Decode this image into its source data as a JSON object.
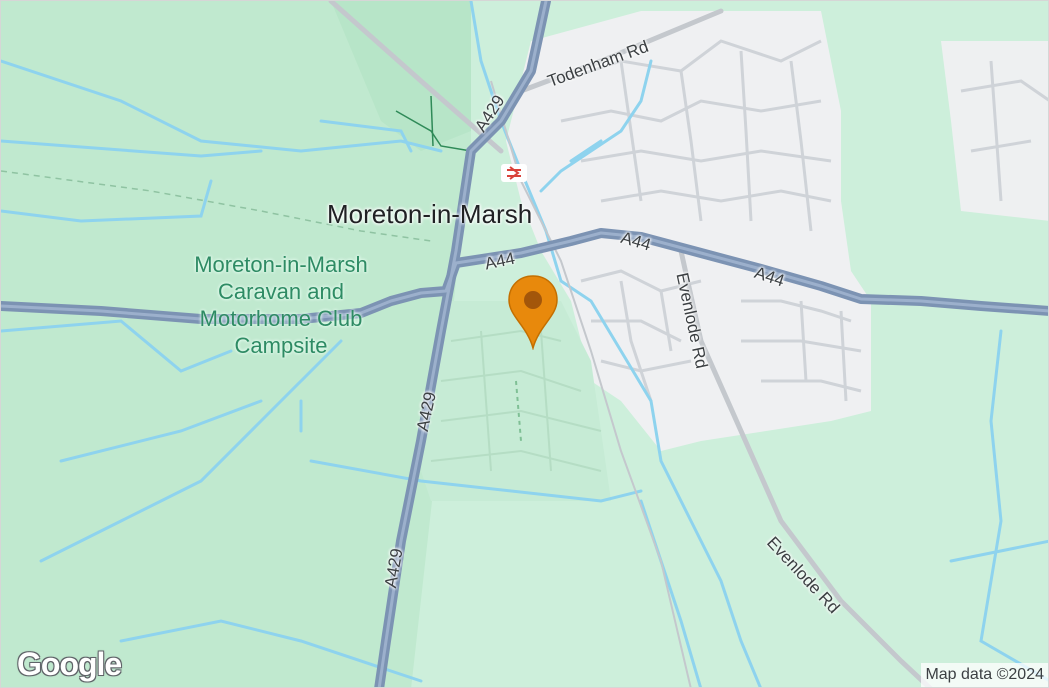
{
  "map": {
    "town_label": "Moreton-in-Marsh",
    "poi_label": "Moreton-in-Marsh Caravan and Motorhome Club Campsite",
    "roads": {
      "a429_north": "A429",
      "a429_mid": "A429",
      "a429_south": "A429",
      "a44_west": "A44",
      "a44_mid": "A44",
      "a44_east": "A44",
      "todenham": "Todenham Rd",
      "evenlode_north": "Evenlode Rd",
      "evenlode_south": "Evenlode Rd"
    },
    "logo": "Google",
    "attribution": "Map data ©2024",
    "colors": {
      "land": "#cdefdb",
      "land_dark": "#b9e6ca",
      "urban": "#eff0f2",
      "water": "#8ed3ee",
      "road_major": "#7c93b3",
      "road_minor": "#c4c8cd",
      "marker": "#e8890c"
    },
    "marker_icon": "map-pin-icon",
    "rail_icon": "rail-station-icon"
  }
}
